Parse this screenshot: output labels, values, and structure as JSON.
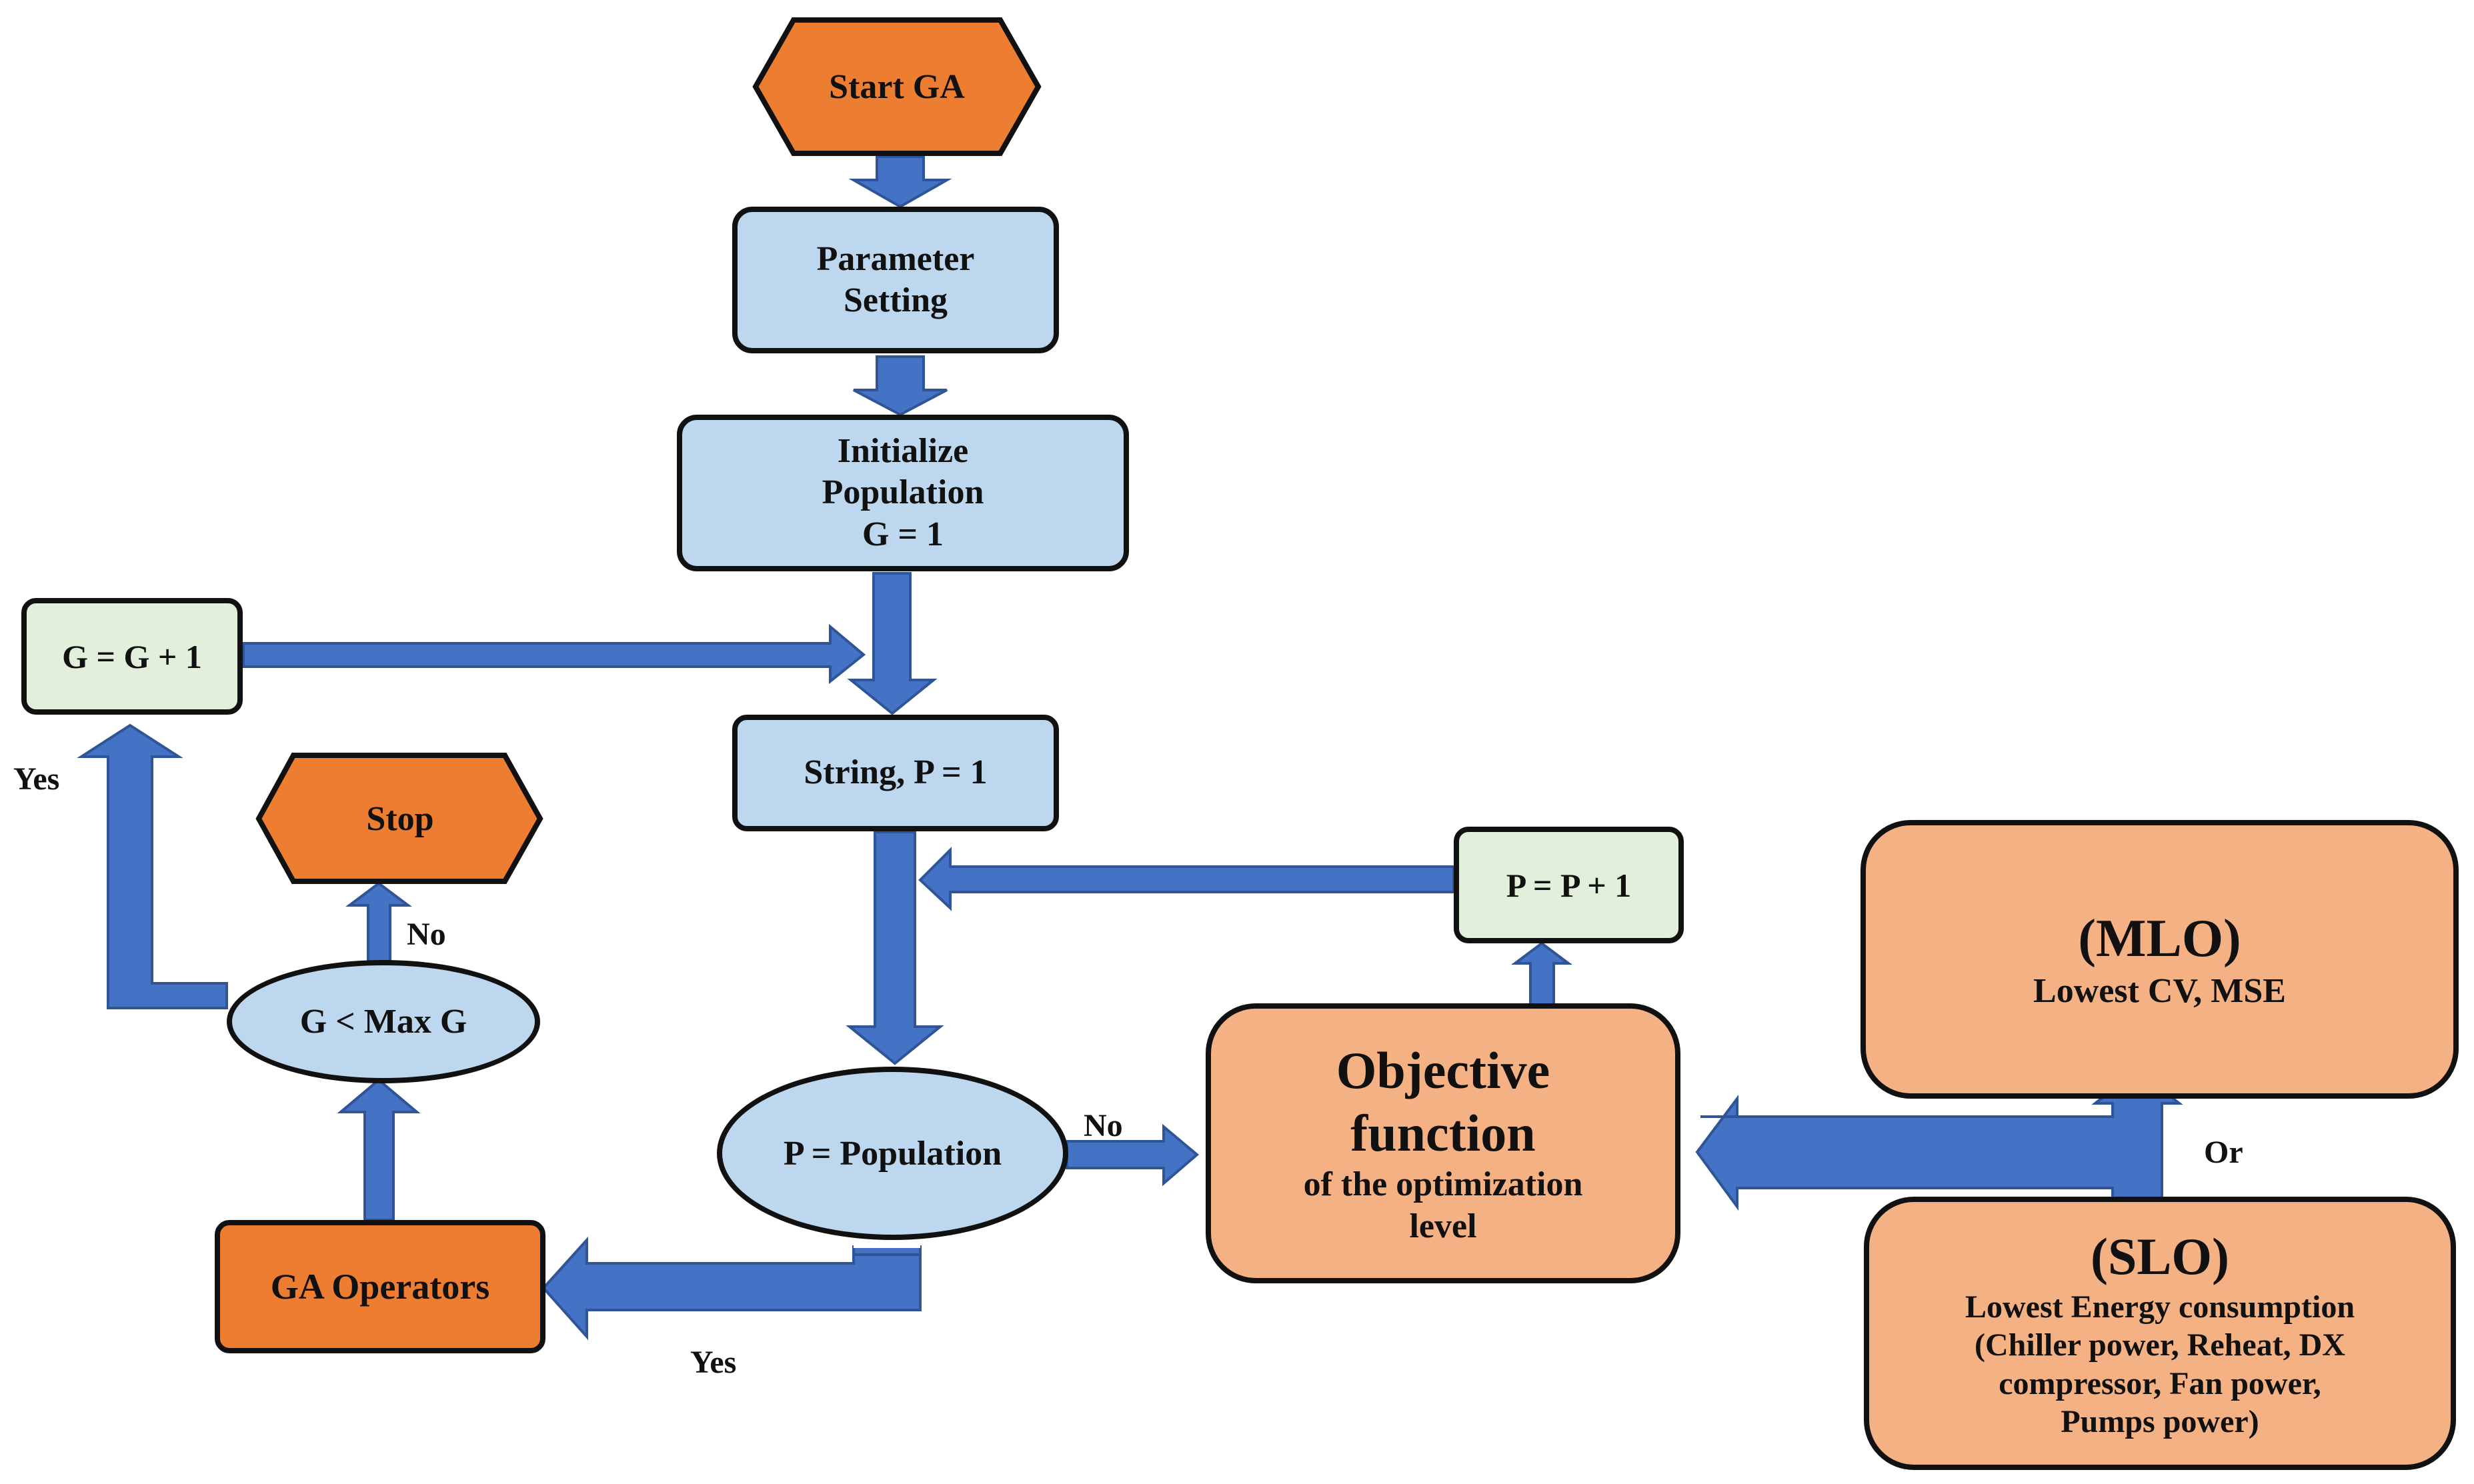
{
  "nodes": {
    "start": "Start GA",
    "parameter_setting": [
      "Parameter",
      "Setting"
    ],
    "initialize": [
      "Initialize",
      "Population",
      "G = 1"
    ],
    "g_increment": "G = G + 1",
    "string_p": "String, P = 1",
    "stop": "Stop",
    "g_max_check": "G < Max G",
    "p_increment": "P = P + 1",
    "p_population_check": "P = Population",
    "objective": {
      "title": [
        "Objective",
        "function"
      ],
      "subtitle": [
        "of the optimization",
        "level"
      ]
    },
    "ga_operators": "GA Operators",
    "mlo": {
      "title": "(MLO)",
      "desc": "Lowest CV, MSE"
    },
    "slo": {
      "title": "(SLO)",
      "desc": [
        "Lowest Energy consumption",
        "(Chiller power, Reheat, DX",
        "compressor, Fan power,",
        "Pumps power)"
      ]
    }
  },
  "edge_labels": {
    "yes_left": "Yes",
    "no_stop": "No",
    "no_objective": "No",
    "yes_bottom": "Yes",
    "or": "Or"
  },
  "colors": {
    "orange": "#ed7d31",
    "light_blue": "#bdd7ee",
    "light_green": "#e2efda",
    "peach": "#f4b183",
    "arrow": "#4472c4",
    "outline": "#111111"
  }
}
